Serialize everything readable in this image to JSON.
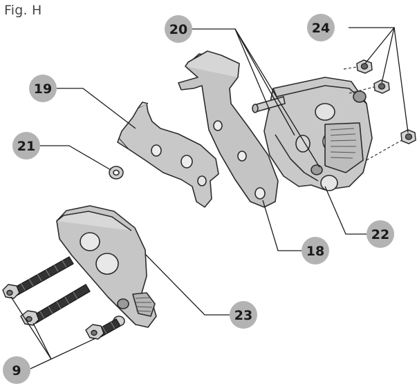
{
  "figure": {
    "title": "Fig. H"
  },
  "callouts": [
    "9",
    "18",
    "19",
    "20",
    "21",
    "22",
    "23",
    "24"
  ],
  "colors": {
    "callout_fill": "#b3b3b3",
    "part_fill": "#c6c6c6",
    "part_stroke": "#2b2b2b",
    "bolt_fill": "#333333"
  }
}
